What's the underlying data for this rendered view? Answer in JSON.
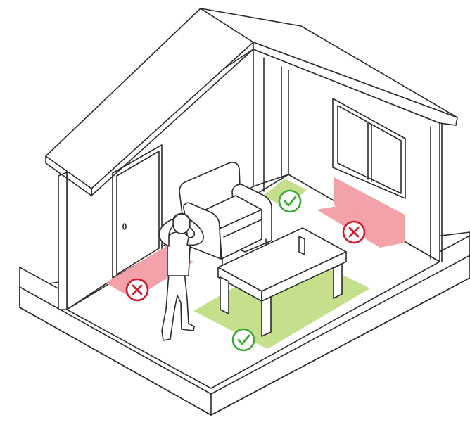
{
  "figure": {
    "description_visible_text": "",
    "zones": [
      {
        "id": "entry-door-zone",
        "status": "bad",
        "icon": "x-circle-icon"
      },
      {
        "id": "chair-corner-zone",
        "status": "good",
        "icon": "check-circle-icon"
      },
      {
        "id": "under-window-zone",
        "status": "bad",
        "icon": "x-circle-icon"
      },
      {
        "id": "open-floor-zone",
        "status": "good",
        "icon": "check-circle-icon"
      }
    ]
  },
  "colors": {
    "good": "#c6df8c",
    "good_icon": "#3aa935",
    "bad": "#f2a2a8",
    "bad_icon": "#d7152b",
    "line": "#2b2b2b"
  }
}
